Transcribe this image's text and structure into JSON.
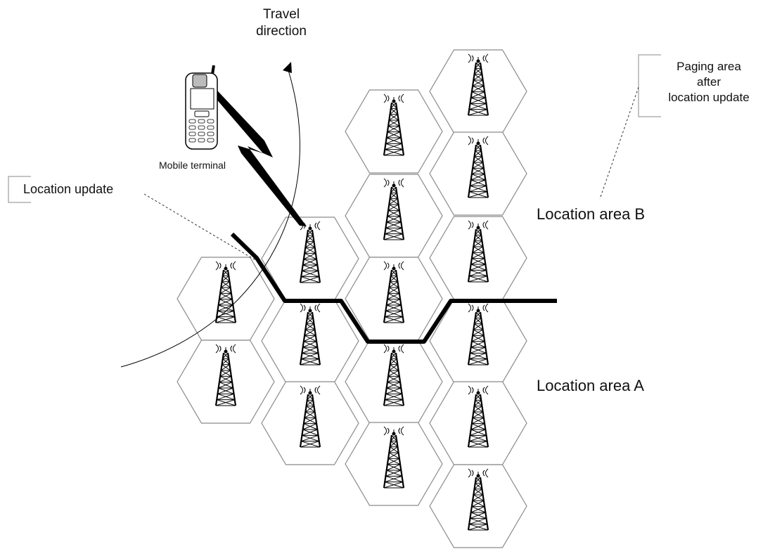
{
  "labels": {
    "travel_direction": "Travel\ndirection",
    "paging_area": "Paging area\nafter\nlocation update",
    "mobile_terminal": "Mobile terminal",
    "location_update": "Location update",
    "location_area_b": "Location area B",
    "location_area_a": "Location area A"
  },
  "cells": [
    {
      "area": "B"
    },
    {
      "area": "B"
    },
    {
      "area": "B"
    },
    {
      "area": "B"
    },
    {
      "area": "B"
    },
    {
      "area": "B"
    },
    {
      "area": "A"
    },
    {
      "area": "A"
    },
    {
      "area": "A"
    },
    {
      "area": "A"
    },
    {
      "area": "A"
    },
    {
      "area": "A"
    },
    {
      "area": "A"
    },
    {
      "area": "A"
    },
    {
      "area": "A"
    },
    {
      "area": "A"
    }
  ]
}
